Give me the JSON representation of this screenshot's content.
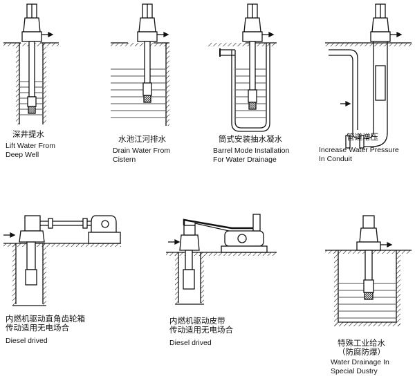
{
  "panels": [
    {
      "id": "deep-well",
      "cn": [
        "深井提水"
      ],
      "en": [
        "Lift Water From",
        "Deep Well"
      ]
    },
    {
      "id": "cistern",
      "cn": [
        "水池江河排水"
      ],
      "en": [
        "Drain Water From",
        "Cistern"
      ]
    },
    {
      "id": "barrel",
      "cn": [
        "筒式安装抽水凝水"
      ],
      "en": [
        "Barrel Mode Installation",
        "For Water Drainage"
      ]
    },
    {
      "id": "conduit",
      "cn": [
        "管道增压"
      ],
      "en": [
        "Increase Water Pressure",
        "In Conduit"
      ]
    },
    {
      "id": "diesel-gearbox",
      "cn": [
        "内燃机驱动直角齿轮箱",
        "传动适用无电场合"
      ],
      "en": [
        "Diesel drived"
      ]
    },
    {
      "id": "diesel-belt",
      "cn": [
        "内燃机驱动皮带",
        "传动适用无电场合"
      ],
      "en": [
        "Diesel drived"
      ]
    },
    {
      "id": "special",
      "cn": [
        "特殊工业给水",
        "（防腐防爆）"
      ],
      "en": [
        "Water Drainage In",
        "Special Dustry"
      ]
    }
  ]
}
